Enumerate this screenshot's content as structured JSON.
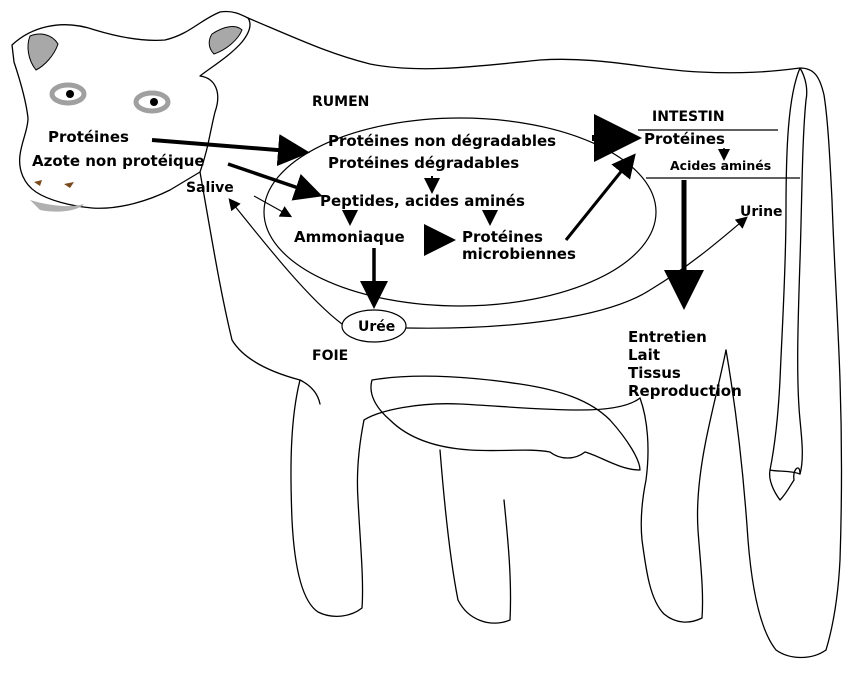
{
  "labels": {
    "rumen": "RUMEN",
    "intestin": "INTESTIN",
    "foie": "FOIE",
    "proteines_input": "Protéines",
    "azote_np": "Azote non protéique",
    "salive": "Salive",
    "prot_non_degradables": "Protéines non dégradables",
    "prot_degradables": "Protéines dégradables",
    "peptides_aa": "Peptides, acides aminés",
    "ammoniaque": "Ammoniaque",
    "prot_microbiennes_1": "Protéines",
    "prot_microbiennes_2": "microbiennes",
    "uree": "Urée",
    "intestin_proteines": "Protéines",
    "acides_amines": "Acides aminés",
    "urine": "Urine",
    "outputs": [
      "Entretien",
      "Lait",
      "Tissus",
      "Reproduction"
    ]
  },
  "colors": {
    "ink": "#000000",
    "ear_inner": "#a8a8a8",
    "eye_ring": "#a0a0a0",
    "nose_shadow": "#b0b0b0",
    "nostril": "#7a4a1e"
  }
}
